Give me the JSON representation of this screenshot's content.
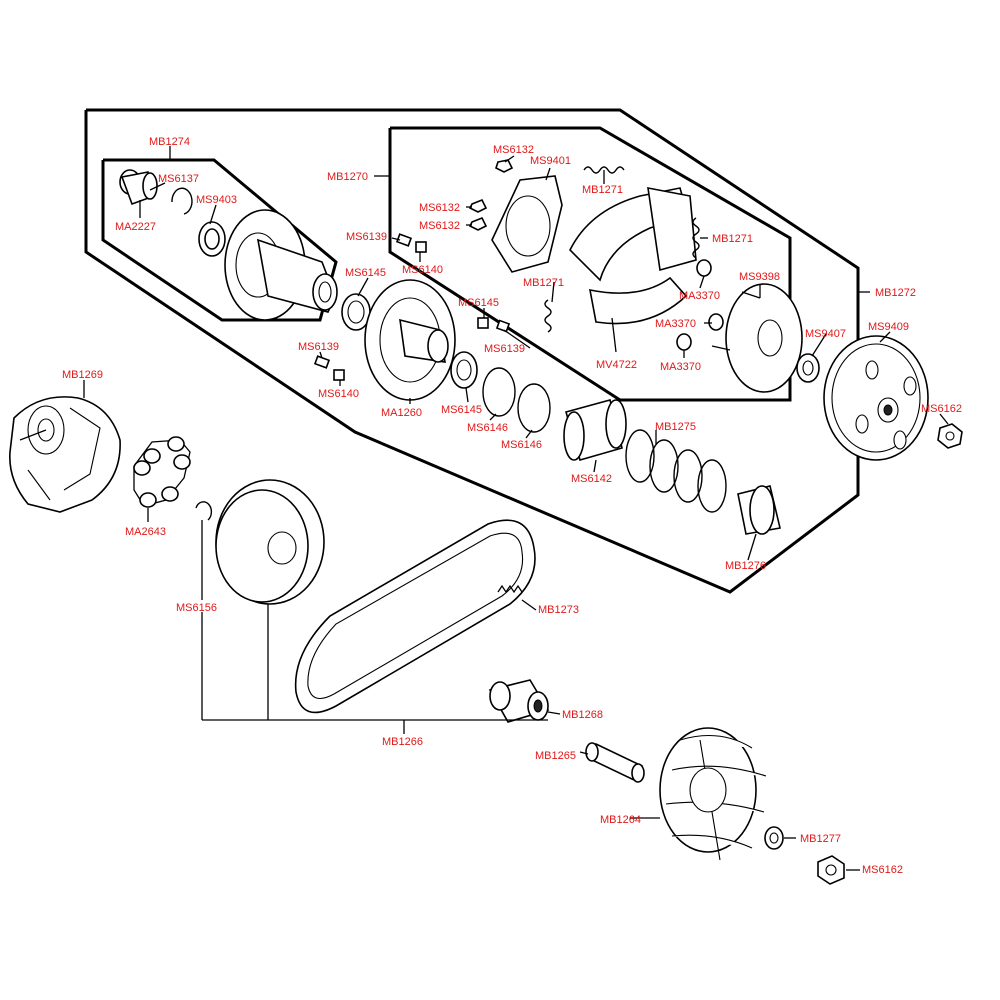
{
  "colors": {
    "label": "#e01919",
    "lines": "#000000",
    "background": "#ffffff"
  },
  "labels": {
    "MB1274": "MB1274",
    "MS6137": "MS6137",
    "MS9403": "MS9403",
    "MA2227": "MA2227",
    "MB1270": "MB1270",
    "MS6132_top": "MS6132",
    "MS9401": "MS9401",
    "MB1271_top": "MB1271",
    "MS6132_a": "MS6132",
    "MS6132_b": "MS6132",
    "MB1271_right": "MB1271",
    "MS6139_top": "MS6139",
    "MS6140_top": "MS6140",
    "MS6145_a": "MS6145",
    "MB1271_left": "MB1271",
    "MA3370_a": "MA3370",
    "MS9398": "MS9398",
    "MB1272": "MB1272",
    "MS6145_b": "MS6145",
    "MS6139_mid": "MS6139",
    "MA3370_b": "MA3370",
    "MS9407": "MS9407",
    "MS9409": "MS9409",
    "MS6139_left": "MS6139",
    "MV4722": "MV4722",
    "MA3370_c": "MA3370",
    "MB1269": "MB1269",
    "MS6140_left": "MS6140",
    "MA1260": "MA1260",
    "MS6145_c": "MS6145",
    "MS6146_a": "MS6146",
    "MS6146_b": "MS6146",
    "MB1275": "MB1275",
    "MS6162_top": "MS6162",
    "MS6142": "MS6142",
    "MA2643": "MA2643",
    "MB1276": "MB1276",
    "MS6156": "MS6156",
    "MB1273": "MB1273",
    "MB1268": "MB1268",
    "MB1266": "MB1266",
    "MB1265": "MB1265",
    "MB1264": "MB1264",
    "MB1277": "MB1277",
    "MS6162_bottom": "MS6162"
  }
}
